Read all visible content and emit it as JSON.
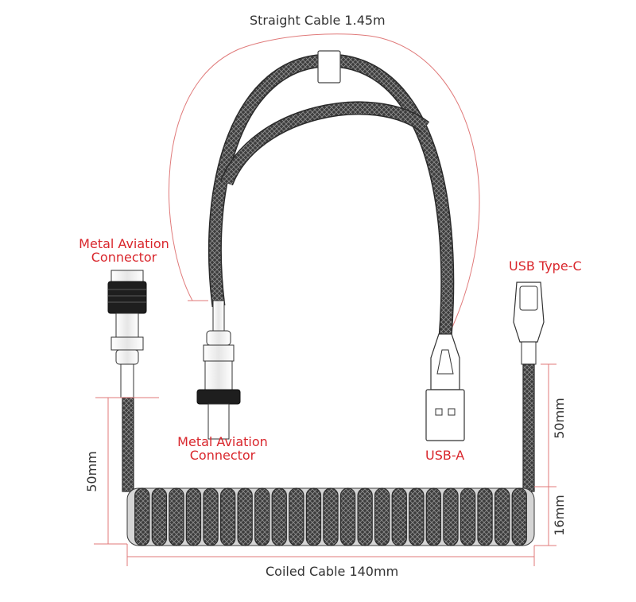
{
  "labels": {
    "straight_cable": "Straight Cable 1.45m",
    "coiled_cable": "Coiled Cable 140mm",
    "aviation_top_line1": "Metal Aviation",
    "aviation_top_line2": "Connector",
    "aviation_mid_line1": "Metal Aviation",
    "aviation_mid_line2": "Connector",
    "usb_c": "USB Type-C",
    "usb_a": "USB-A",
    "dim_left_50": "50mm",
    "dim_right_50": "50mm",
    "dim_right_16": "16mm"
  },
  "colors": {
    "cable": "#3a3a3a",
    "mesh": "#8a8a8a",
    "dimension": "#e07a7a",
    "label_red": "#d9262c",
    "label_dark": "#333333"
  }
}
